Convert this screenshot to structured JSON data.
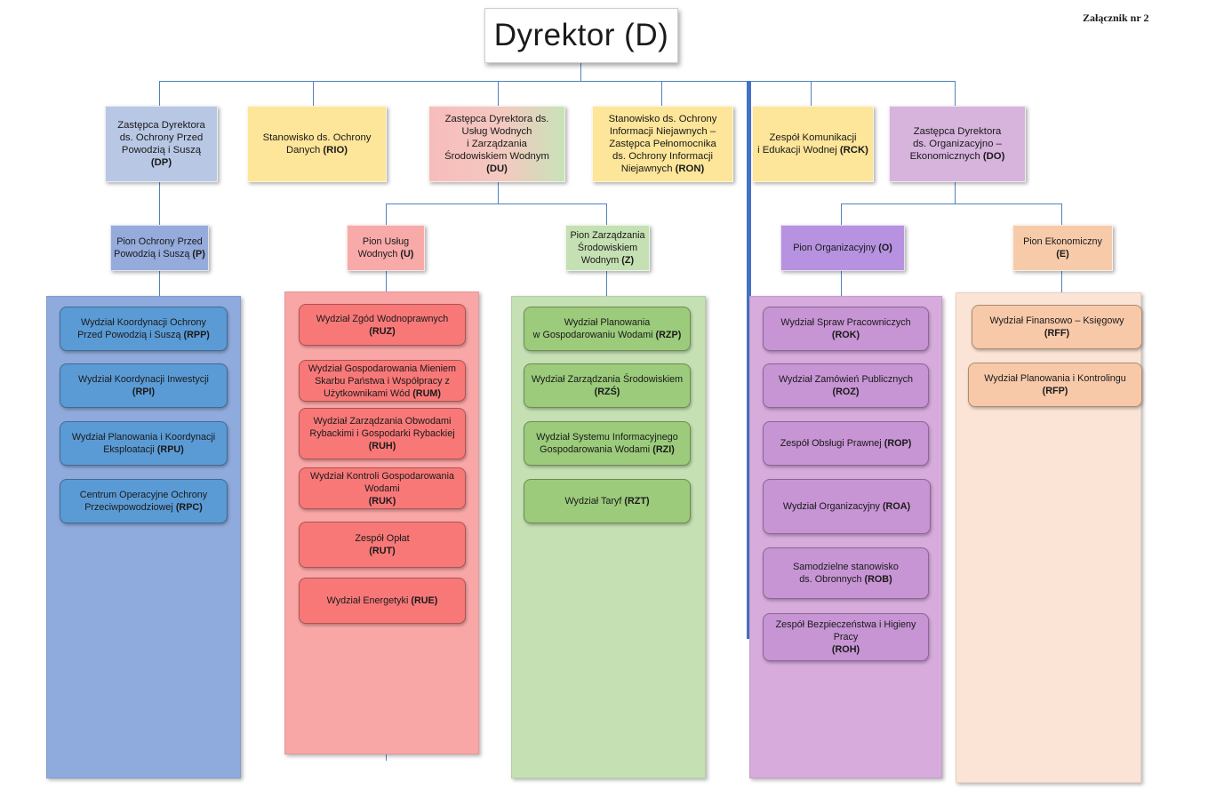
{
  "annex": "Załącznik nr 2",
  "director": "Dyrektor (D)",
  "level1": [
    {
      "id": "dp",
      "lines": [
        "Zastępca Dyrektora",
        "ds. Ochrony Przed",
        "Powodzią i Suszą"
      ],
      "code": "(DP)",
      "color": "#b8c7e4"
    },
    {
      "id": "rio",
      "lines": [
        "Stanowisko ds. Ochrony"
      ],
      "tail": "Danych ",
      "code": "(RIO)",
      "color": "#fde599"
    },
    {
      "id": "du",
      "lines": [
        "Zastępca Dyrektora ds.",
        "Usług Wodnych",
        "i Zarządzania",
        "Środowiskiem Wodnym"
      ],
      "code": "(DU)",
      "color": "#f6c6c0"
    },
    {
      "id": "ron",
      "lines": [
        "Stanowisko ds. Ochrony",
        "Informacji Niejawnych –",
        "Zastępca Pełnomocnika",
        "ds. Ochrony Informacji"
      ],
      "tail": "Niejawnych ",
      "code": "(RON)",
      "color": "#fde599"
    },
    {
      "id": "rck",
      "lines": [
        "Zespół Komunikacji"
      ],
      "tail": "i Edukacji Wodnej ",
      "code": "(RCK)",
      "color": "#fde599"
    },
    {
      "id": "do",
      "lines": [
        "Zastępca Dyrektora",
        "ds. Organizacyjno –"
      ],
      "tail": "Ekonomicznych ",
      "code": "(DO)",
      "color": "#d6b4dc"
    }
  ],
  "level2": [
    {
      "id": "p",
      "lines": [
        "Pion Ochrony Przed"
      ],
      "tail": "Powodzią i Suszą ",
      "code": "(P)",
      "color": "#94abdb"
    },
    {
      "id": "u",
      "lines": [
        "Pion Usług"
      ],
      "tail": "Wodnych ",
      "code": "(U)",
      "color": "#f8aaa9"
    },
    {
      "id": "z",
      "lines": [
        "Pion Zarządzania",
        "Środowiskiem"
      ],
      "tail": "Wodnym ",
      "code": "(Z)",
      "color": "#c5e0b3"
    },
    {
      "id": "o",
      "lines": [],
      "tail": "Pion Organizacyjny ",
      "code": "(O)",
      "color": "#b692e0"
    },
    {
      "id": "e",
      "lines": [
        "Pion Ekonomiczny"
      ],
      "tail": "",
      "code": "(E)",
      "color": "#f7cbaa"
    }
  ],
  "columns": {
    "p": {
      "bg": "#8faadc",
      "unit_color": "#5b9bd5",
      "units": [
        {
          "lines": [
            "Wydział Koordynacji Ochrony"
          ],
          "tail": "Przed Powodzią i Suszą ",
          "code": "(RPP)"
        },
        {
          "lines": [
            "Wydział Koordynacji Inwestycji"
          ],
          "tail": "",
          "code": "(RPI)"
        },
        {
          "lines": [
            "Wydział Planowania i Koordynacji"
          ],
          "tail": "Eksploatacji ",
          "code": "(RPU)"
        },
        {
          "lines": [
            "Centrum Operacyjne Ochrony"
          ],
          "tail": "Przeciwpowodziowej ",
          "code": "(RPC)"
        }
      ]
    },
    "u": {
      "bg": "#f9a6a6",
      "unit_color": "#f87878",
      "units": [
        {
          "lines": [
            "Wydział Zgód Wodnoprawnych"
          ],
          "tail": "",
          "code": "(RUZ)"
        },
        {
          "lines": [
            "Wydział Gospodarowania Mieniem",
            "Skarbu Państwa i Współpracy z"
          ],
          "tail": "Użytkownikami Wód ",
          "code": "(RUM)"
        },
        {
          "lines": [
            "Wydział Zarządzania Obwodami",
            "Rybackimi i Gospodarki Rybackiej"
          ],
          "tail": "",
          "code": "(RUH)"
        },
        {
          "lines": [
            "Wydział Kontroli Gospodarowania",
            "Wodami"
          ],
          "tail": "",
          "code": "(RUK)"
        },
        {
          "lines": [
            "Zespół Opłat"
          ],
          "tail": "",
          "code": "(RUT)"
        },
        {
          "lines": [],
          "tail": "Wydział Energetyki ",
          "code": "(RUE)"
        }
      ]
    },
    "z": {
      "bg": "#c5e0b3",
      "unit_color": "#9bcb7b",
      "units": [
        {
          "lines": [
            "Wydział Planowania"
          ],
          "tail": "w Gospodarowaniu Wodami ",
          "code": "(RZP)"
        },
        {
          "lines": [
            "Wydział Zarządzania Środowiskiem"
          ],
          "tail": "",
          "code": "(RZŚ)"
        },
        {
          "lines": [
            "Wydział Systemu Informacyjnego"
          ],
          "tail": "Gospodarowania Wodami ",
          "code": "(RZI)"
        },
        {
          "lines": [],
          "tail": "Wydział Taryf ",
          "code": "(RZT)"
        }
      ]
    },
    "o": {
      "bg": "#d7abdc",
      "unit_color": "#c794d4",
      "units": [
        {
          "lines": [
            "Wydział Spraw Pracowniczych"
          ],
          "tail": "",
          "code": "(ROK)"
        },
        {
          "lines": [
            "Wydział Zamówień Publicznych"
          ],
          "tail": "",
          "code": "(ROZ)"
        },
        {
          "lines": [],
          "tail": "Zespół Obsługi Prawnej ",
          "code": "(ROP)"
        },
        {
          "lines": [],
          "tail": "Wydział Organizacyjny ",
          "code": "(ROA)"
        },
        {
          "lines": [
            "Samodzielne stanowisko"
          ],
          "tail": "ds. Obronnych ",
          "code": "(ROB)"
        },
        {
          "lines": [
            "Zespół Bezpieczeństwa i Higieny",
            "Pracy"
          ],
          "tail": "",
          "code": "(ROH)"
        }
      ]
    },
    "e": {
      "bg": "#fbe4d5",
      "unit_color": "#f7c9a9",
      "units": [
        {
          "lines": [
            "Wydział Finansowo – Księgowy"
          ],
          "tail": "",
          "code": "(RFF)"
        },
        {
          "lines": [
            "Wydział Planowania i  Kontrolingu"
          ],
          "tail": "",
          "code": "(RFP)"
        }
      ]
    }
  }
}
